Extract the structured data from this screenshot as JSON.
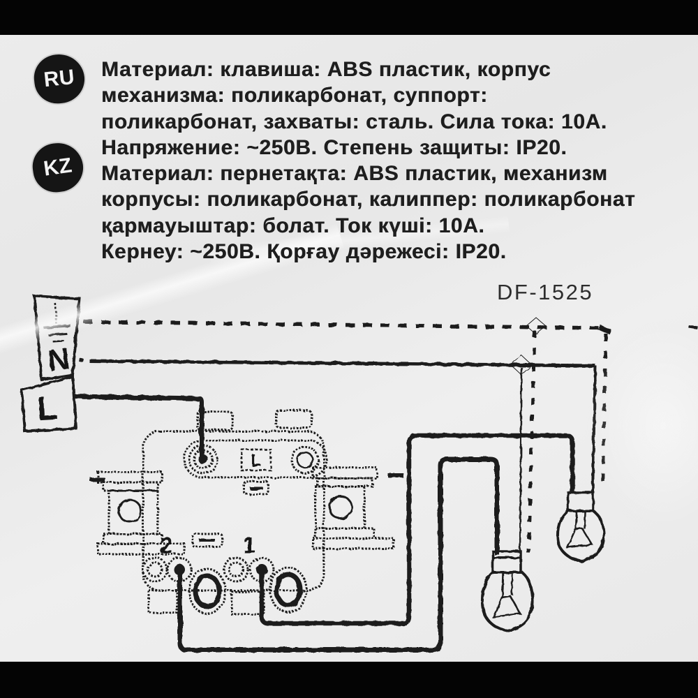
{
  "photo": {
    "model": "DF-1525",
    "badges": [
      {
        "label": "RU"
      },
      {
        "label": "KZ"
      }
    ],
    "ru_lines": [
      "Материал: клавиша: ABS пластик, корпус",
      "механизма: поликарбонат, суппорт:",
      "поликарбонат, захваты: сталь. Сила тока: 10А.",
      "Напряжение: ~250В. Степень защиты: IP20."
    ],
    "kz_lines": [
      "Материал: пернетақта: ABS пластик, механизм",
      "корпусы: поликарбонат, калиппер: поликарбонат",
      "қармауыштар: болат. Ток күші: 10А.",
      "Кернеу: ~250В. Қорғау дәрежесі: IP20."
    ],
    "diagram": {
      "supply_neutral_label": "N",
      "supply_line_label": "L",
      "switch_common_label": "L",
      "terminal_1_label": "1",
      "terminal_2_label": "2",
      "earth_symbol": "earth-ground",
      "lamp_count": 2
    },
    "colors": {
      "ink": "#1b1b1b",
      "paper": "#e9e9e9",
      "band": "#040404",
      "badge_bg": "#151515",
      "badge_text": "#f3f3f3"
    }
  }
}
